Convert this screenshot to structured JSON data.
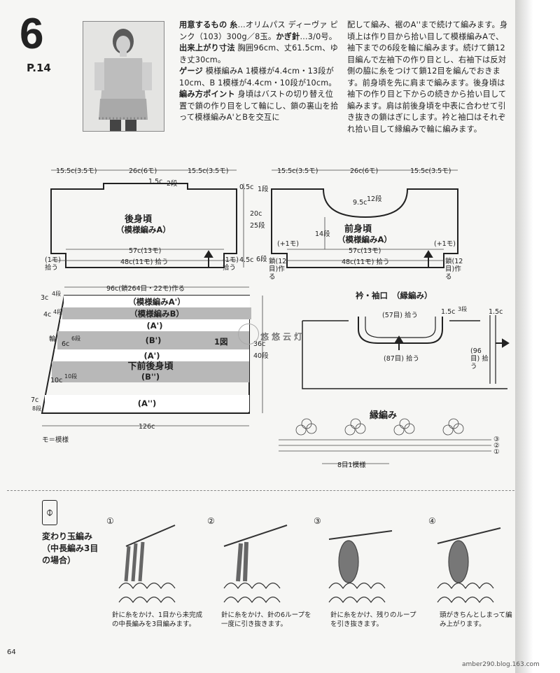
{
  "header": {
    "number": "6",
    "page_ref": "P.14"
  },
  "instructions": {
    "materials_label": "用意するもの",
    "yarn_label": "糸",
    "yarn_text": "…オリムパス ディーヴァ ピンク（103）300g／8玉。",
    "hook_label": "かぎ針",
    "hook_text": "…3/0号。",
    "size_label": "出来上がり寸法",
    "size_text": " 胸囲96cm、丈61.5cm、ゆき丈30cm。",
    "gauge_label": "ゲージ",
    "gauge_text": " 模様編みA 1模様が4.4cm・13段が10cm、B 1模様が4.4cm・10段が10cm。",
    "point_label": "編み方ポイント",
    "point_text": " 身頃はバストの切り替え位置で鎖の作り目をして輪にし、鎖の裏山を拾って模様編みA'とBを交互に",
    "col2_text": "配して編み、裾のA''まで続けて編みます。身頃上は作り目から拾い目して模様編みAで、袖下までの6段を輪に編みます。続けて鎖12目編んで左袖下の作り目とし、右袖下は反対側の脇に糸をつけて鎖12目を編んでおきます。前身頃を先に肩まで編みます。後身頃は袖下の作り目と下からの続きから拾い目して編みます。肩は前後身頃を中表に合わせて引き抜きの鎖はぎにします。衿と袖口はそれぞれ拾い目して縁編みで輪に編みます。"
  },
  "back_bodice": {
    "top_left": "15.5c(3.5モ)",
    "top_mid": "26c(6モ)",
    "top_right": "15.5c(3.5モ)",
    "neck": "1.5c",
    "neck_rows": "2段",
    "right_top": "0.5c",
    "right_top_rows": "1段",
    "right_mid": "20c",
    "right_mid_rows": "25段",
    "right_bottom": "4.5c",
    "right_bottom_rows": "6段",
    "title": "後身頃",
    "pattern": "（模様編みA）",
    "width": "57c(13モ)",
    "pickup": "48c(11モ) 拾う",
    "left_side": "(1モ)拾う",
    "right_side": "(1モ)拾う"
  },
  "front_bodice": {
    "top_left": "15.5c(3.5モ)",
    "top_mid": "26c(6モ)",
    "top_right": "15.5c(3.5モ)",
    "neck": "9.5c",
    "neck_rows": "12段",
    "depth": "14段",
    "title": "前身頃",
    "pattern": "（模様編みA）",
    "left_plus": "(+1モ)",
    "right_plus": "(+1モ)",
    "width": "57c(13モ)",
    "pickup": "48c(11モ) 拾う",
    "chain_left": "鎖(12目)作る",
    "chain_right": "鎖(12目)作る"
  },
  "lower_bodice": {
    "foundation": "96c(鎖264目・22モ)作る",
    "rows": [
      "（模様編みA'）",
      "（模様編みB）",
      "(A')",
      "(B')",
      "(A')",
      "下前後身頃",
      "(B'')",
      "(A'')"
    ],
    "fig": "1図",
    "ring": "輪",
    "left_1": "3c",
    "left_1_rows": "4段",
    "left_2": "4c",
    "left_2_rows": "4段",
    "left_3": "6c",
    "left_3_rows": "6段",
    "left_4": "10c",
    "left_4_rows": "10段",
    "left_5": "7c",
    "left_5_rows": "8段",
    "right_total": "36c",
    "right_total_rows": "40段",
    "bottom": "126c",
    "legend": "モ＝模様"
  },
  "collar": {
    "title": "衿・袖口",
    "subtitle": "（縁編み）",
    "top_pickup": "(57目) 拾う",
    "bottom_pickup": "(87目) 拾う",
    "height": "1.5c",
    "height_rows": "3段",
    "right_height": "1.5c",
    "sleeve_pickup": "(96目) 拾う"
  },
  "edging": {
    "title": "縁編み",
    "repeat": "8目1模様",
    "rows": [
      "③",
      "②",
      "①"
    ]
  },
  "technique": {
    "title_1": "変わり玉編み",
    "title_2": "（中長編み3目",
    "title_3": "の場合）",
    "steps": [
      {
        "num": "①",
        "text": "針に糸をかけ、1目から未完成の中長編みを3目編みます。"
      },
      {
        "num": "②",
        "text": "針に糸をかけ、針の6ループを一度に引き抜きます。"
      },
      {
        "num": "③",
        "text": "針に糸をかけ、残りのループを引き抜きます。"
      },
      {
        "num": "④",
        "text": "頭がきちんとしまって編み上がります。"
      }
    ]
  },
  "footer": {
    "page": "64",
    "credit": "amber290.blog.163.com",
    "watermark": "悠悠云灯"
  }
}
